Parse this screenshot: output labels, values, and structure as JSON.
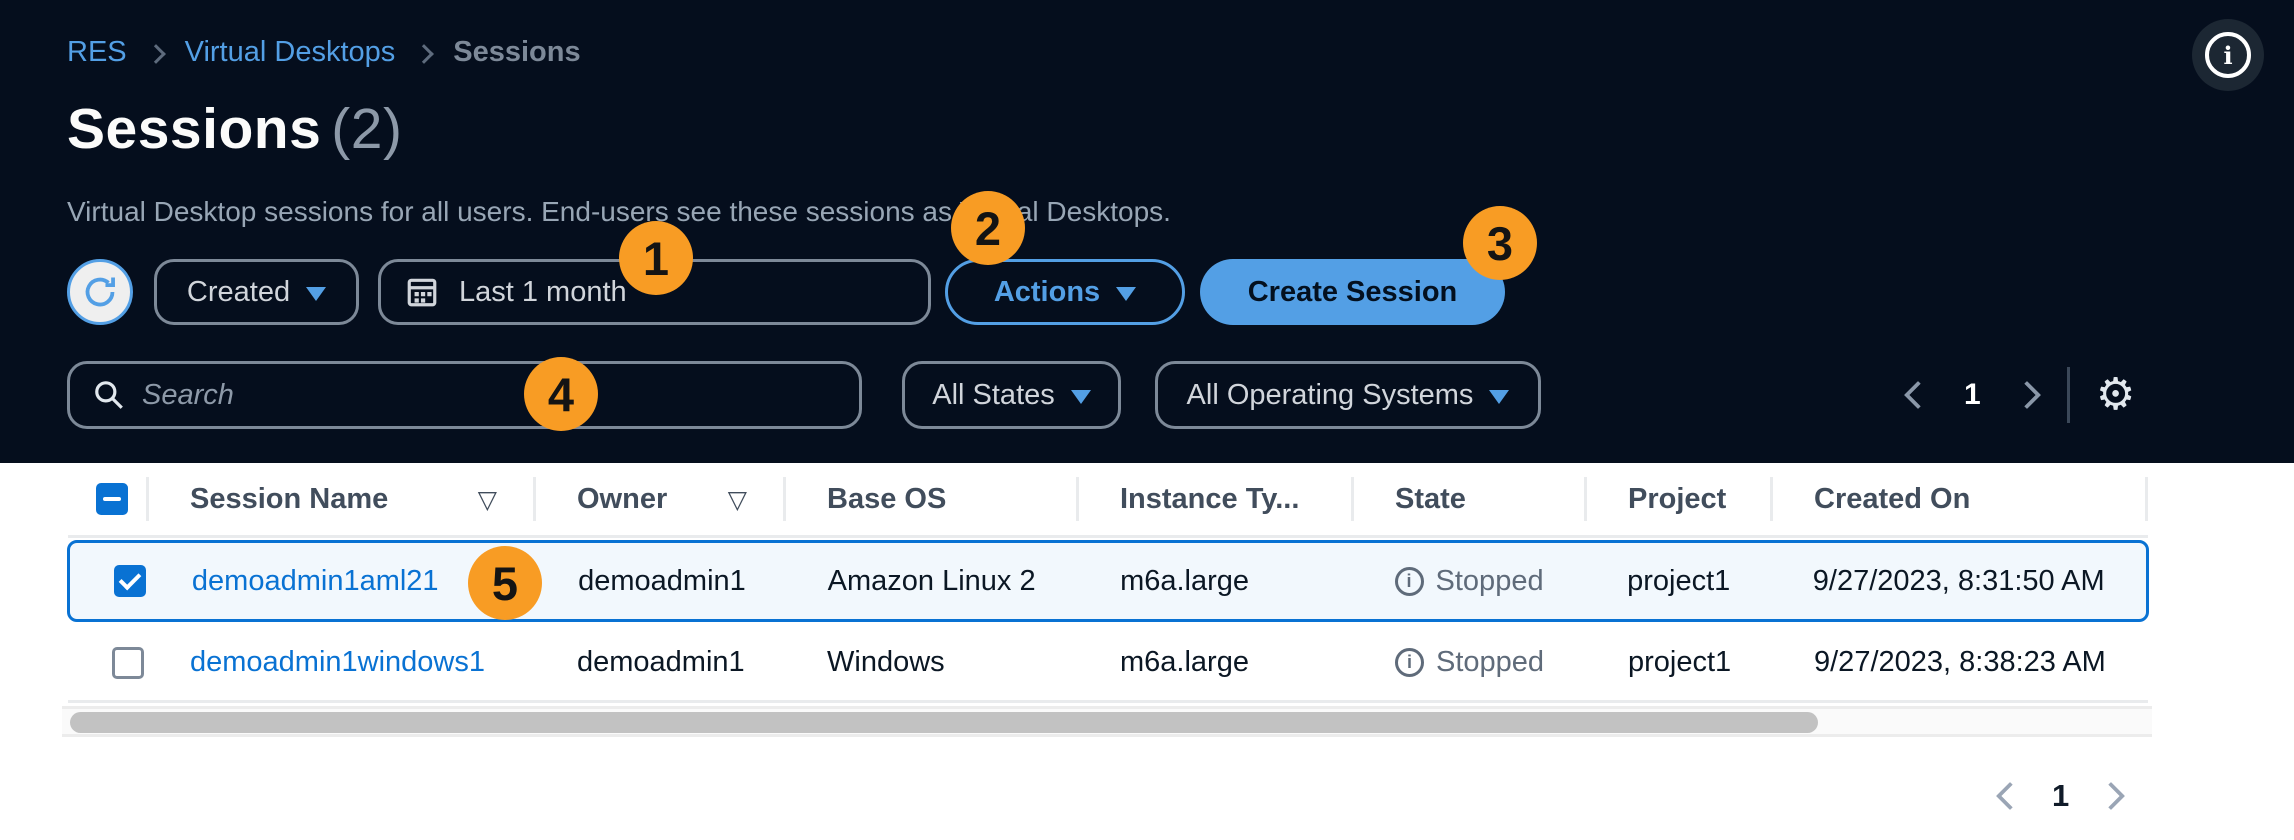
{
  "colors": {
    "accent_blue": "#539fe5",
    "selection_blue": "#0972d3",
    "badge_orange": "#f89c24",
    "dark_background": "#050e1d",
    "state_gray": "#5f6b7a"
  },
  "header": {
    "breadcrumb": [
      {
        "label": "RES"
      },
      {
        "label": "Virtual Desktops"
      },
      {
        "label": "Sessions"
      }
    ],
    "title": "Sessions",
    "count": "(2)",
    "description": "Virtual Desktop sessions for all users. End-users see these sessions as Virtual Desktops.",
    "icons": {
      "info": "info-circle"
    }
  },
  "toolbar": {
    "sort_field_label": "Created",
    "date_range_value": "Last 1 month",
    "actions_label": "Actions",
    "create_session_label": "Create Session",
    "icons": {
      "refresh": "circular-arrow",
      "calendar": "calendar-grid",
      "caret": "filled-down-triangle"
    }
  },
  "filters": {
    "search_placeholder": "Search",
    "search_value": "",
    "states_label": "All States",
    "os_label": "All Operating Systems",
    "icons": {
      "search": "magnifier",
      "settings": "gear"
    }
  },
  "top_pagination": {
    "page": "1"
  },
  "annotations": {
    "badge1": "1",
    "badge2": "2",
    "badge3": "3",
    "badge4": "4",
    "badge5": "5"
  },
  "table": {
    "select_all_state": "indeterminate",
    "columns": [
      {
        "label": "Session Name",
        "sortable": true,
        "sort_icon": "outline-down-triangle"
      },
      {
        "label": "Owner",
        "sortable": true,
        "sort_icon": "outline-down-triangle"
      },
      {
        "label": "Base OS",
        "sortable": false
      },
      {
        "label": "Instance Ty...",
        "sortable": false
      },
      {
        "label": "State",
        "sortable": false
      },
      {
        "label": "Project",
        "sortable": false
      },
      {
        "label": "Created On",
        "sortable": false
      }
    ],
    "rows": [
      {
        "selected": true,
        "session_name": "demoadmin1aml21",
        "owner": "demoadmin1",
        "base_os": "Amazon Linux 2",
        "instance_type": "m6a.large",
        "state": "Stopped",
        "project": "project1",
        "created_on": "9/27/2023, 8:31:50 AM"
      },
      {
        "selected": false,
        "session_name": "demoadmin1windows1",
        "owner": "demoadmin1",
        "base_os": "Windows",
        "instance_type": "m6a.large",
        "state": "Stopped",
        "project": "project1",
        "created_on": "9/27/2023, 8:38:23 AM"
      }
    ]
  },
  "bottom_pagination": {
    "page": "1"
  }
}
